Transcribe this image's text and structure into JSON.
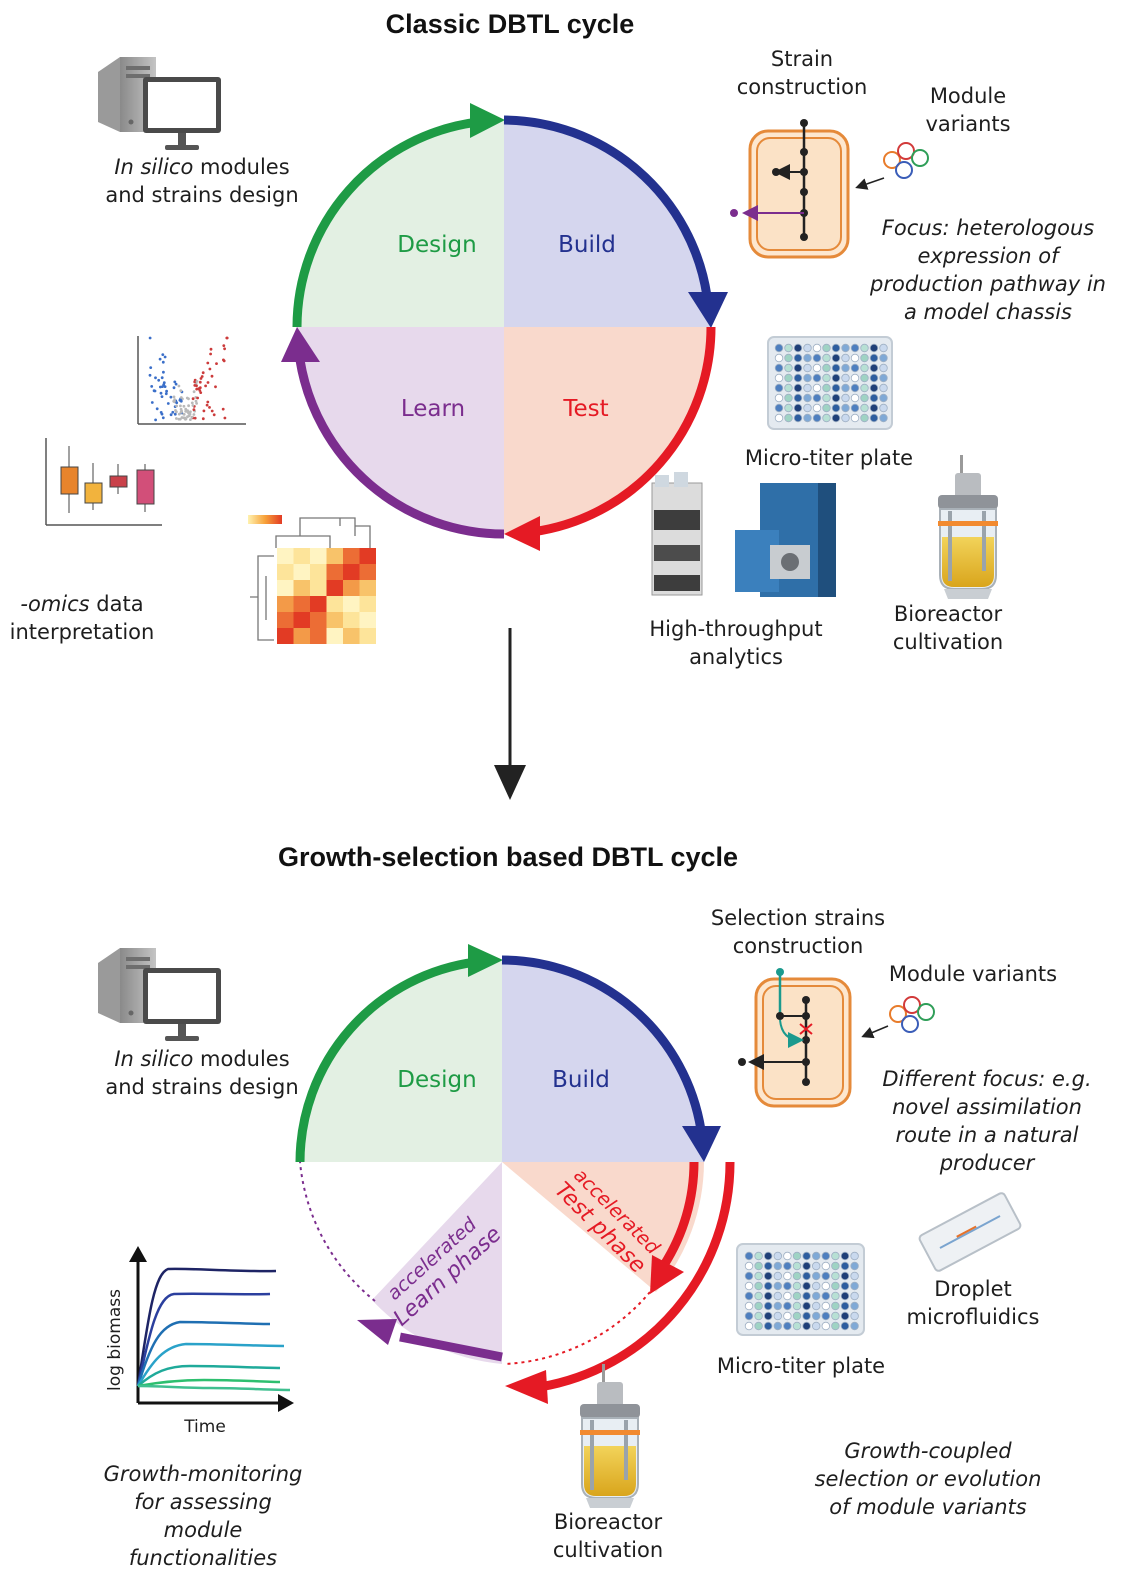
{
  "top": {
    "title": "Classic DBTL cycle",
    "design_label": "Design",
    "build_label": "Build",
    "test_label": "Test",
    "learn_label": "Learn",
    "design_caption_italic": "In silico",
    "design_caption_rest": " modules",
    "design_caption_line2": "and strains design",
    "strain_line1": "Strain",
    "strain_line2": "construction",
    "module_line1": "Module",
    "module_line2": "variants",
    "focus_lines": [
      "Focus: heterologous",
      "expression of",
      "production pathway in",
      "a model chassis"
    ],
    "mtp_label": "Micro-titer plate",
    "hta_line1": "High-throughput",
    "hta_line2": "analytics",
    "bio_line1": "Bioreactor",
    "bio_line2": "cultivation",
    "omics_italic": "-omics",
    "omics_rest": " data",
    "omics_line2": "interpretation"
  },
  "bottom": {
    "title": "Growth-selection based DBTL cycle",
    "design_label": "Design",
    "build_label": "Build",
    "test_line1": "accelerated",
    "test_line2": "Test phase",
    "learn_line1": "accelerated",
    "learn_line2": "Learn phase",
    "design_caption_italic": "In silico",
    "design_caption_rest": " modules",
    "design_caption_line2": "and strains design",
    "sel_line1": "Selection strains",
    "sel_line2": "construction",
    "module_label": "Module variants",
    "focus_lines": [
      "Different focus: e.g.",
      "novel assimilation",
      "route in a natural",
      "producer"
    ],
    "droplet_line1": "Droplet",
    "droplet_line2": "microfluidics",
    "mtp_label": "Micro-titer plate",
    "bio_line1": "Bioreactor",
    "bio_line2": "cultivation",
    "growth_coupled_lines": [
      "Growth-coupled",
      "selection or evolution",
      "of module variants"
    ],
    "growth_monitor_lines": [
      "Growth-monitoring",
      "for assessing",
      "module",
      "functionalities"
    ],
    "plot_ylabel": "log biomass",
    "plot_xlabel": "Time"
  },
  "colors": {
    "design": "#1e9b45",
    "build": "#23318f",
    "test": "#e51a24",
    "learn": "#7b2d8e",
    "design_fill": "#e3f0e3",
    "build_fill": "#d5d6ee",
    "test_fill": "#f9d9cc",
    "learn_fill": "#e7d9ec"
  }
}
